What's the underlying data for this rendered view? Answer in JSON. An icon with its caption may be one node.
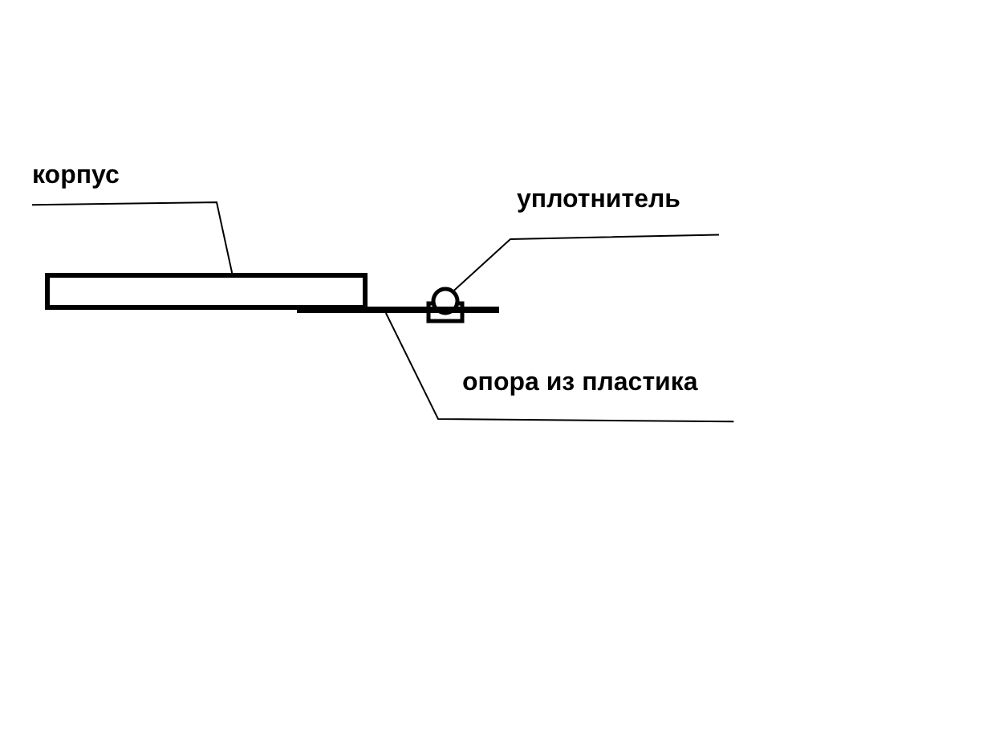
{
  "diagram": {
    "nodes": [
      {
        "text": [
          "корпус"
        ]
      },
      {
        "text": [
          "уплотнитель"
        ]
      },
      {
        "text": [
          "опора из пластика"
        ]
      },
      {
        "text": [],
        "shape": "box"
      },
      {
        "text": [],
        "shape": "circle"
      },
      {
        "text": [],
        "shape": "bar"
      }
    ],
    "edges": [
      {
        "from": 0,
        "to": 3,
        "arrow": "none"
      },
      {
        "from": 1,
        "to": 4,
        "arrow": "none"
      },
      {
        "from": 2,
        "to": 5,
        "arrow": "none"
      }
    ]
  }
}
